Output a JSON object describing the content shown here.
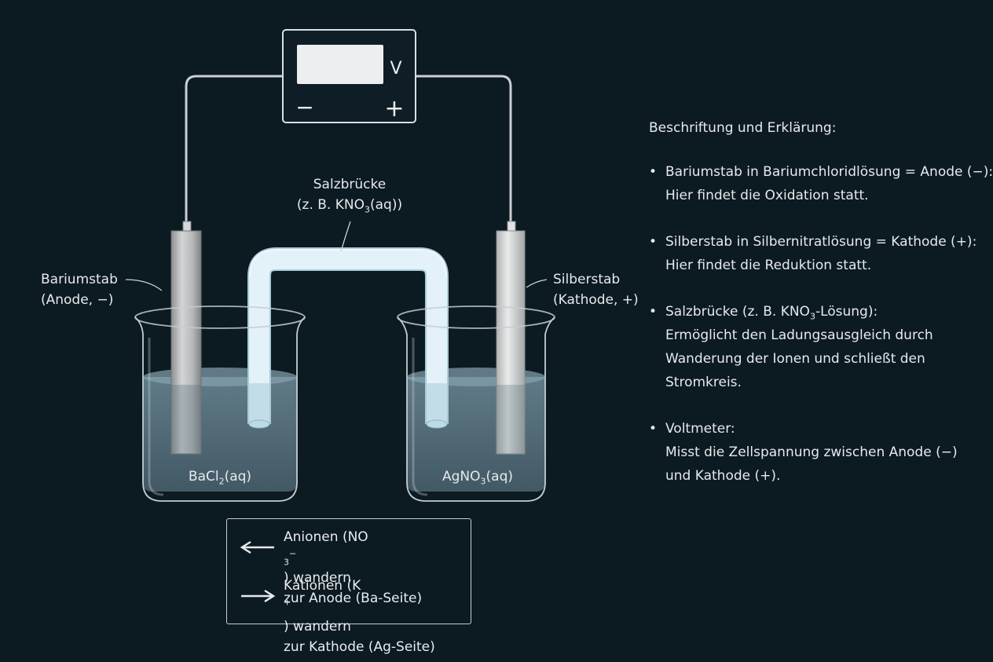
{
  "voltmeter": {
    "unit": "V",
    "minus_sign": "−",
    "plus_sign": "+"
  },
  "salt_bridge_label": {
    "line1": "Salzbrücke",
    "line2_prefix": "(z. B. KNO",
    "line2_sub": "3",
    "line2_suffix": "(aq))"
  },
  "anode_label": {
    "line1": "Bariumstab",
    "line2": "(Anode, −)"
  },
  "cathode_label": {
    "line1": "Silberstab",
    "line2": "(Kathode, +)"
  },
  "beakers": {
    "left": {
      "prefix": "BaCl",
      "sub": "2",
      "suffix": "(aq)"
    },
    "right": {
      "prefix": "AgNO",
      "sub": "3",
      "suffix": "(aq)"
    }
  },
  "legend": {
    "anions": {
      "line1_prefix": "Anionen (NO",
      "line1_sub": "3",
      "line1_sup": "−",
      "line1_suffix": ") wandern",
      "line2": "zur Anode (Ba-Seite)"
    },
    "cations": {
      "line1_prefix": "Kationen (K",
      "line1_sup": "+",
      "line1_suffix": ") wandern",
      "line2": "zur Kathode (Ag-Seite)"
    }
  },
  "explanation": {
    "heading": "Beschriftung und Erklärung:",
    "items": [
      {
        "title": "Bariumstab in Bariumchloridlösung = Anode (−):",
        "lines": [
          "Hier findet die Oxidation statt."
        ]
      },
      {
        "title": "Silberstab in Silbernitratlösung = Kathode (+):",
        "lines": [
          "Hier findet die Reduktion statt."
        ]
      },
      {
        "title_prefix": "Salzbrücke (z. B. KNO",
        "title_sub": "3",
        "title_suffix": "-Lösung):",
        "lines": [
          "Ermöglicht den Ladungsausgleich durch",
          "Wanderung der Ionen und schließt den",
          "Stromkreis."
        ]
      },
      {
        "title": "Voltmeter:",
        "lines": [
          "Misst die Zellspannung zwischen Anode (−)",
          "und Kathode (+)."
        ]
      }
    ]
  },
  "colors": {
    "background": "#0c1a21",
    "wire": "#c9cfd3",
    "solution": "#5d7885",
    "bridge": "#dbeef6",
    "electrode": "#b9bcbd"
  }
}
